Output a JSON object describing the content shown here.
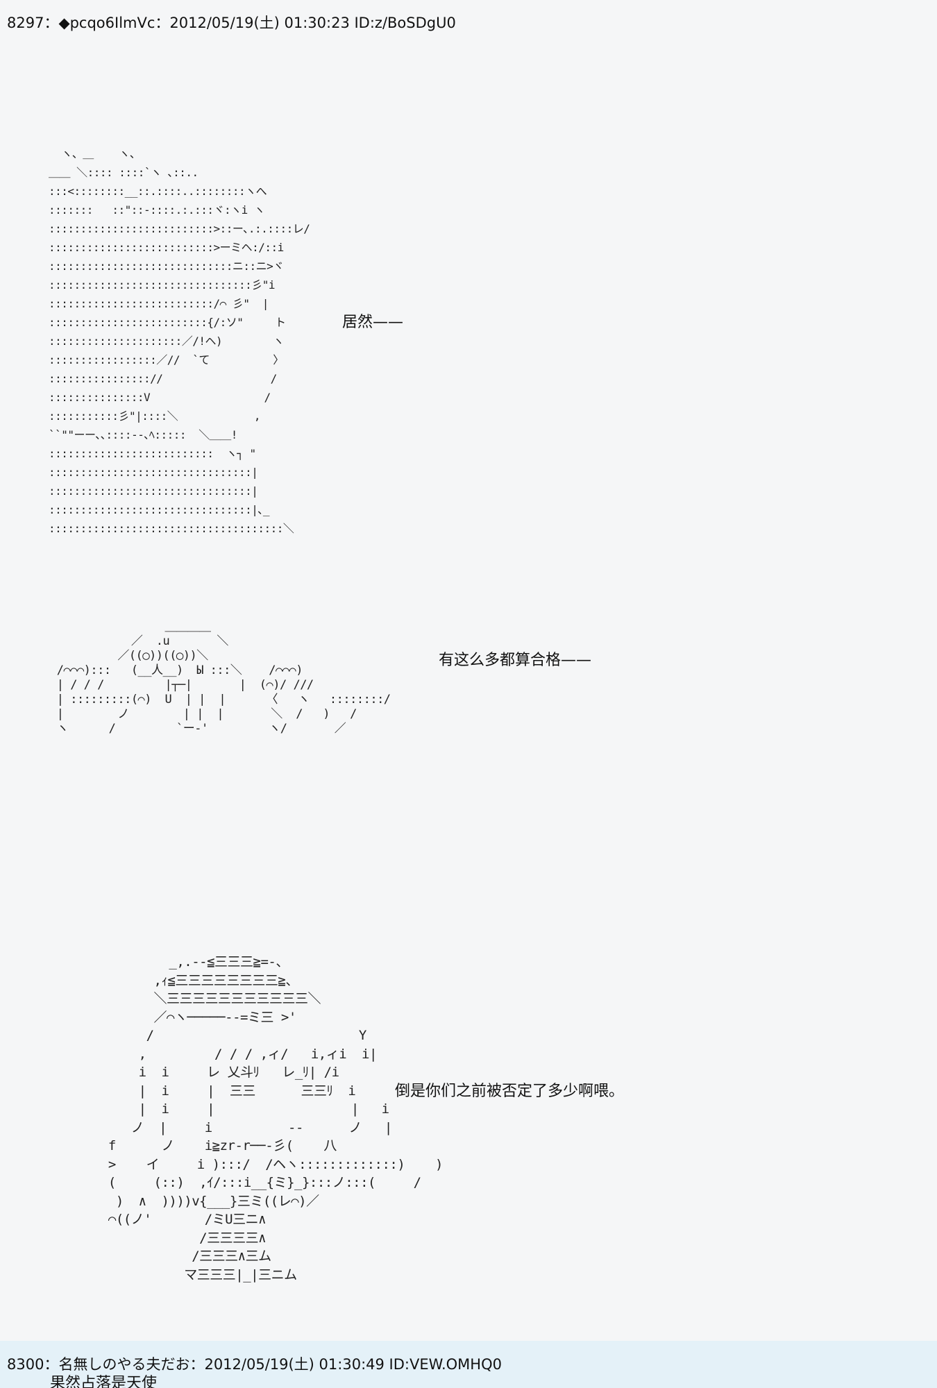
{
  "post1": {
    "header": "8297：◆pcqo6IlmVc：2012/05/19(土) 01:30:23 ID:z/BoSDgU0",
    "art": [
      {
        "name": "ascii-art-face-profile",
        "text": "  ヽ、＿    ヽ、\n＿＿ ＼:::: ::::`ヽ ､::..\n:::<::::::::__::.::::..::::::::ヽへ\n:::::::   ::\"::-::::.:.:::ヾ:ヽi ヽ\n::::::::::::::::::::::::::>::ー､.:.::::レ/\n::::::::::::::::::::::::::>ーミヘ:/::i\n:::::::::::::::::::::::::::::ニ::ニ>ヾ\n::::::::::::::::::::::::::::::::彡\"i\n::::::::::::::::::::::::::/⌒ 彡\"  |\n:::::::::::::::::::::::::{/:ソ\"     ト\n:::::::::::::::::::::／/!ヘ)        ヽ\n:::::::::::::::::／//  `て          〉\n:::::::::::::::://                 /\n:::::::::::::::V                  /\n:::::::::::彡\"|::::＼            ,\n``\"\"ーー､､::::--､ﾍ:::::  ＼＿＿!\n::::::::::::::::::::::::::  ヽ┐ \"\n::::::::::::::::::::::::::::::::|\n::::::::::::::::::::::::::::::::|\n::::::::::::::::::::::::::::::::|､_\n:::::::::::::::::::::::::::::::::::::＼"
      },
      {
        "name": "ascii-art-raised-hands",
        "text": "                 ＿＿＿＿\n            ／  .u       ＼\n          ／((◯))((◯))＼\n /⌒⌒⌒):::   (__人__)  Ы :::＼    /⌒⌒⌒)\n | / / /         |┬─|       |  (⌒)/ ///\n | :::::::::(⌒)  U  | |  |      〈   ヽ   ::::::::/\n |        ノ        | |  |       ＼  /   )   /\n ヽ      /         `ー-'         ヽ/       ／"
      },
      {
        "name": "ascii-art-girl-with-hat",
        "text": "          _,.-‐≦三三三≧=-、\n        ,ｨ≦三三三三三三三三≧、\n        ＼三三三三三三三三三三三＼\n        ／⌒ヽ─────--=ミ三 >'\n       /                           Y\n      ,         / / / ,ィ/   i,ィi  i|\n      i  i     レ 乂斗ﾘ   レ_ﾘ| /i\n      |  i     |  三三      三三ﾘ  i\n      |  i     |                  |   i\n     ノ  |     i          --      ノ   |\n  f      ノ    i≧zr‐r──‐彡(    八\n  >    イ     i ):::/  /ヘヽ:::::::::::::)    )\n  (     (::)  ,ｲ/:::i__{ミ}_}:::ノ:::(     /\n   )  ∧  ))))v{___}三ミ((レ⌒)／\n  ⌒((ノ'       /ミU三ニ∧\n              /三三三三∧\n             /三三三∧三ム\n            マ三三三|_|三ニム"
      }
    ],
    "captions": [
      "居然——",
      "有这么多都算合格——",
      "倒是你们之前被否定了多少啊喂。"
    ]
  },
  "post2": {
    "header_number": "8300",
    "header_name": "名無しのやる夫だお",
    "header_meta": "2012/05/19(土) 01:30:49 ID:VEW.OMHQ0",
    "body": "果然占落是天使"
  }
}
